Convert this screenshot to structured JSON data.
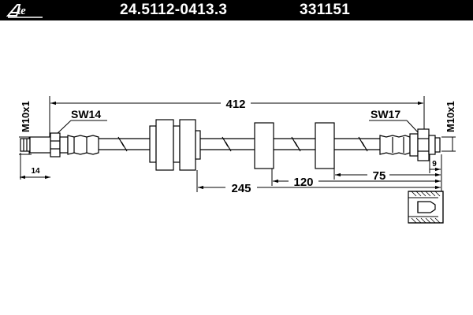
{
  "header": {
    "brand": "Ate",
    "part_number": "24.5112-0413.3",
    "ref_number": "331151"
  },
  "dimensions": {
    "overall_length": "412",
    "segment_245": "245",
    "segment_120": "120",
    "segment_75": "75",
    "left_end_length": "14",
    "right_end_length": "9"
  },
  "threads": {
    "left": "M10x1",
    "right": "M10x1"
  },
  "wrench_sizes": {
    "left": "SW14",
    "right": "SW17"
  },
  "colors": {
    "header_background": "#000000",
    "header_text": "#ffffff",
    "line": "#000000"
  }
}
